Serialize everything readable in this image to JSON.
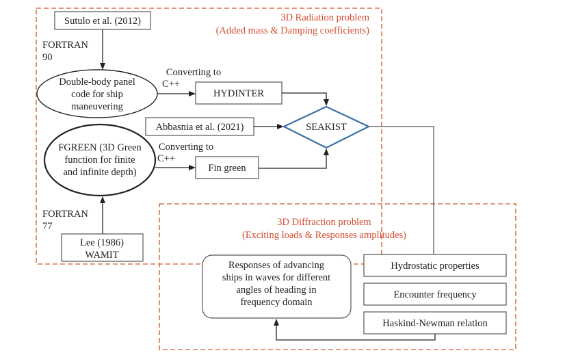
{
  "radiation_panel": {
    "title": "3D Radiation problem",
    "subtitle": "(Added mass & Damping coefficients)",
    "border_color": "#d9734f"
  },
  "diffraction_panel": {
    "title": "3D Diffraction problem",
    "subtitle": "(Exciting loads & Responses amplitudes)",
    "border_color": "#d9734f"
  },
  "nodes": {
    "sutulo": "Sutulo et al. (2012)",
    "fortran90_line1": "FORTRAN",
    "fortran90_line2": "90",
    "double_body": [
      "Double-body panel",
      "code for ship",
      "maneuvering"
    ],
    "converting1_line1": "Converting to",
    "converting1_line2": "C++",
    "hydinter": "HYDINTER",
    "abbasnia": "Abbasnia et al. (2021)",
    "seakist": "SEAKIST",
    "fgreen": [
      "FGREEN (3D Green",
      "function for finite",
      "and infinite depth)"
    ],
    "converting2_line1": "Converting to",
    "converting2_line2": "C++",
    "fin_green": "Fin green",
    "fortran77_line1": "FORTRAN",
    "fortran77_line2": "77",
    "lee_line1": "Lee (1986)",
    "lee_line2": "WAMIT",
    "responses": [
      "Responses of advancing",
      "ships in waves for different",
      "angles of heading in",
      "frequency domain"
    ],
    "hydrostatic": "Hydrostatic properties",
    "encounter": "Encounter frequency",
    "haskind": "Haskind-Newman relation"
  },
  "colors": {
    "diamond_stroke": "#3d6fa8",
    "title_text": "#d24a2e"
  }
}
